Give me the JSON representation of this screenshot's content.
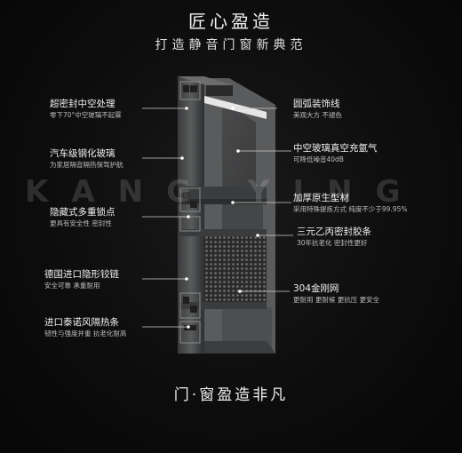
{
  "header": {
    "title": "匠心盈造",
    "subtitle": "打造静音门窗新典范"
  },
  "watermark": "KANG YING",
  "footer": "门·窗盈造非凡",
  "left_labels": [
    {
      "main": "超密封中空处理",
      "sub": "零下70°中空玻璃不起雾"
    },
    {
      "main": "汽车级钢化玻璃",
      "sub": "为家居隔音隔热保驾护航"
    },
    {
      "main": "隐藏式多重锁点",
      "sub": "更具有安全性 密封性"
    },
    {
      "main": "德国进口隐形铰链",
      "sub": "安全可靠 承重耐用"
    },
    {
      "main": "进口泰诺风隔热条",
      "sub": "韧性与强度并重 抗老化耐高"
    }
  ],
  "right_labels": [
    {
      "main": "圆弧装饰线",
      "sub": "美观大方 不褪色"
    },
    {
      "main": "中空玻璃真空充氩气",
      "sub": "可降低噪音40dB"
    },
    {
      "main": "加厚原生型材",
      "sub": "采用特殊提炼方式 纯度不少于99.95%"
    },
    {
      "main": "三元乙丙密封胶条",
      "sub": "30年抗老化 密封性更好"
    },
    {
      "main": "304金刚网",
      "sub": "更耐用 更耐候 更抗压 更安全"
    }
  ]
}
